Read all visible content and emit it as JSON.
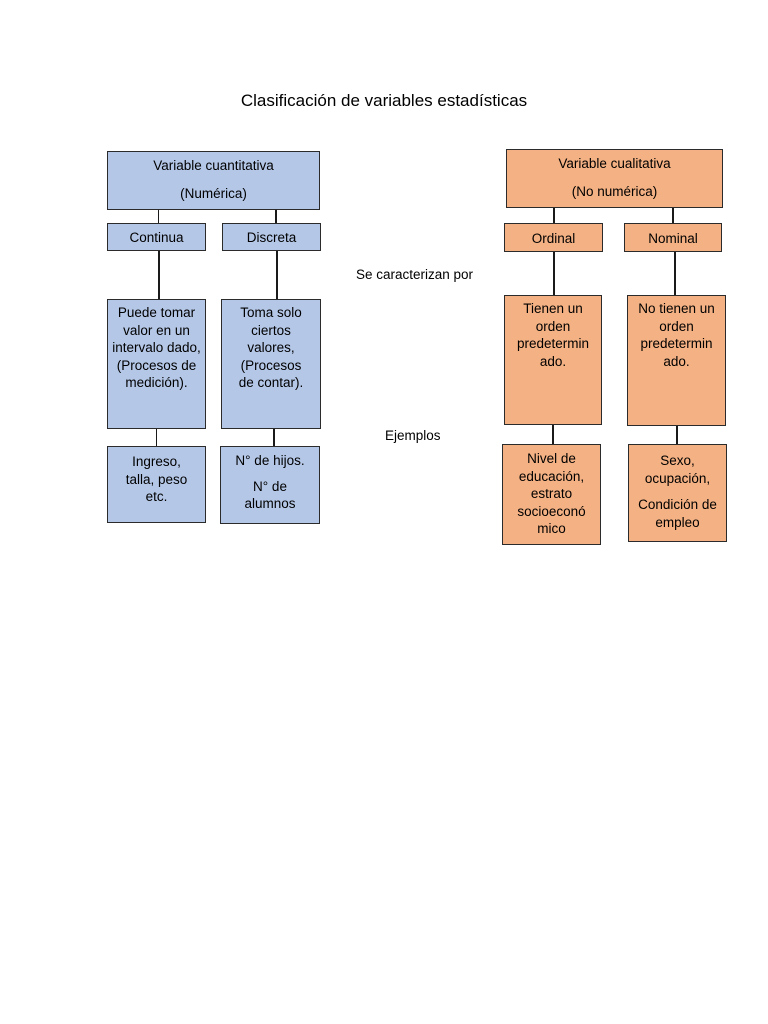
{
  "title": "Clasificación de variables estadísticas",
  "labels": {
    "characterized_by": "Se caracterizan por",
    "examples": "Ejemplos"
  },
  "quantitative": {
    "header_line1": "Variable cuantitativa",
    "header_line2": "(Numérica)",
    "color": "#b4c7e7",
    "continua": {
      "label": "Continua",
      "description": "Puede tomar valor en un intervalo dado, (Procesos de medición).",
      "example": "Ingreso, talla, peso etc."
    },
    "discreta": {
      "label": "Discreta",
      "description": "Toma solo ciertos valores, (Procesos de contar).",
      "example_line1": "N° de hijos.",
      "example_line2": "N° de alumnos"
    }
  },
  "qualitative": {
    "header_line1": "Variable cualitativa",
    "header_line2": "(No numérica)",
    "color": "#f4b183",
    "ordinal": {
      "label": "Ordinal",
      "description": "Tienen un orden predetermin ado.",
      "example": "Nivel de educación, estrato socioeconó mico"
    },
    "nominal": {
      "label": "Nominal",
      "description": "No tienen un orden predetermin ado.",
      "example_line1": "Sexo, ocupación,",
      "example_line2": "Condición de empleo"
    }
  }
}
